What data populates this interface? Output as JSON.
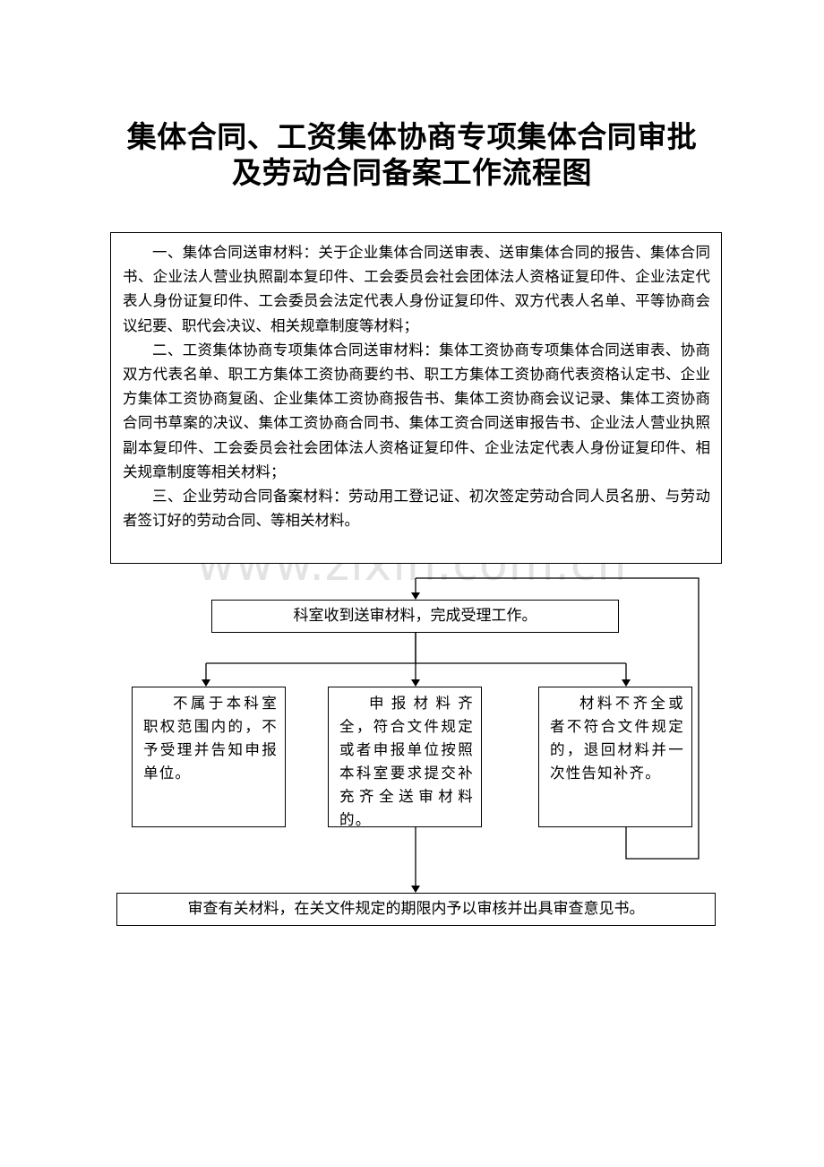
{
  "title": {
    "line1": "集体合同、工资集体协商专项集体合同审批",
    "line2": "及劳动合同备案工作流程图"
  },
  "materials": {
    "para1": "一、集体合同送审材料：关于企业集体合同送审表、送审集体合同的报告、集体合同书、企业法人营业执照副本复印件、工会委员会社会团体法人资格证复印件、企业法定代表人身份证复印件、工会委员会法定代表人身份证复印件、双方代表人名单、平等协商会议纪要、职代会决议、相关规章制度等材料；",
    "para2": "二、工资集体协商专项集体合同送审材料：集体工资协商专项集体合同送审表、协商双方代表名单、职工方集体工资协商要约书、职工方集体工资协商代表资格认定书、企业方集体工资协商复函、企业集体工资协商报告书、集体工资协商会议记录、集体工资协商合同书草案的决议、集体工资协商合同书、集体工资合同送审报告书、企业法人营业执照副本复印件、工会委员会社会团体法人资格证复印件、企业法定代表人身份证复印件、相关规章制度等相关材料；",
    "para3": "三、企业劳动合同备案材料：劳动用工登记证、初次签定劳动合同人员名册、与劳动者签订好的劳动合同、等相关材料。"
  },
  "watermark": "www.zixin.com.cn",
  "steps": {
    "receive": "科室收到送审材料，完成受理工作。",
    "not_in_scope": "不属于本科室职权范围内的，不予受理并告知申报单位。",
    "complete": "申报材料齐全，符合文件规定或者申报单位按照本科室要求提交补充齐全送审材料的。",
    "incomplete": "材料不齐全或者不符合文件规定的，退回材料并一次性告知补齐。",
    "review": "审查有关材料，在关文件规定的期限内予以审核并出具审查意见书。"
  }
}
